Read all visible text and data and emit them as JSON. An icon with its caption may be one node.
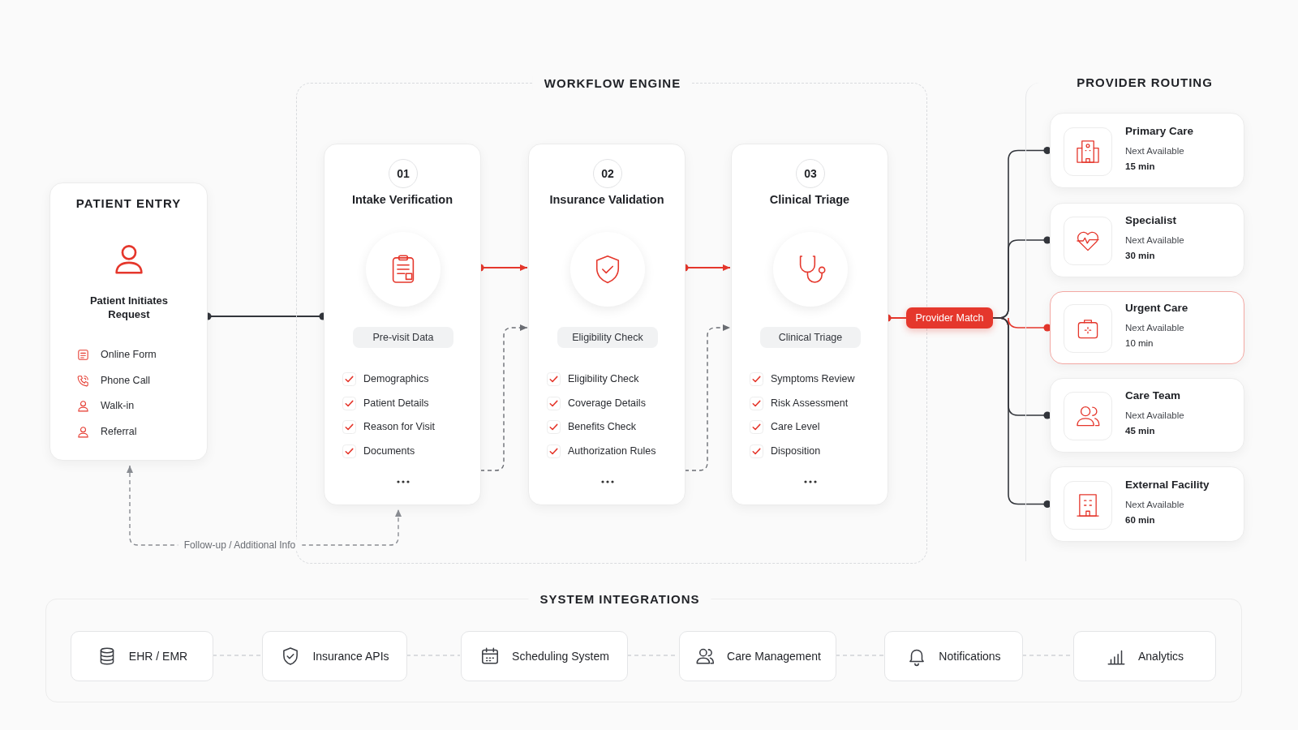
{
  "diagram": {
    "nodes": [
      {
        "text": [
          "WORKFLOW ENGINE"
        ]
      },
      {
        "text": [
          "PATIENT ENTRY",
          "Patient Initiates Request",
          "Online Form",
          "Phone Call",
          "Walk-in",
          "Referral"
        ]
      },
      {
        "text": [
          "01",
          "Intake Verification",
          "Pre-visit Data",
          "Demographics",
          "Patient Details",
          "Reason for Visit",
          "Documents"
        ],
        "in": 0
      },
      {
        "text": [
          "02",
          "Insurance Validation",
          "Eligibility Check",
          "Eligibility Check",
          "Coverage Details",
          "Benefits Check",
          "Authorization Rules"
        ],
        "in": 0
      },
      {
        "text": [
          "03",
          "Clinical Triage",
          "Clinical Triage",
          "Symptoms Review",
          "Risk Assessment",
          "Care Level",
          "Disposition"
        ],
        "in": 0
      },
      {
        "text": [
          "Provider Match"
        ]
      },
      {
        "text": [
          "PROVIDER ROUTING"
        ]
      },
      {
        "text": [
          "Primary Care",
          "Next Available",
          "15 min"
        ],
        "in": 6
      },
      {
        "text": [
          "Specialist",
          "Next Available",
          "30 min"
        ],
        "in": 6
      },
      {
        "text": [
          "Urgent Care",
          "Next Available",
          "10 min"
        ],
        "in": 6
      },
      {
        "text": [
          "Care Team",
          "Next Available",
          "45 min"
        ],
        "in": 6
      },
      {
        "text": [
          "External Facility",
          "Next Available",
          "60 min"
        ],
        "in": 6
      },
      {
        "text": [
          "SYSTEM INTEGRATIONS"
        ]
      },
      {
        "text": [
          "EHR / EMR"
        ],
        "in": 12
      },
      {
        "text": [
          "Insurance APIs"
        ],
        "in": 12
      },
      {
        "text": [
          "Scheduling System"
        ],
        "in": 12
      },
      {
        "text": [
          "Care Management"
        ],
        "in": 12
      },
      {
        "text": [
          "Notifications"
        ],
        "in": 12
      },
      {
        "text": [
          "Analytics"
        ],
        "in": 12
      }
    ],
    "edges": [
      {
        "from": 1,
        "to": 2,
        "arrow": "other"
      },
      {
        "from": 2,
        "to": 3,
        "arrow": "to",
        "color": "#e5372c"
      },
      {
        "from": 3,
        "to": 4,
        "arrow": "to",
        "color": "#e5372c"
      },
      {
        "from": 2,
        "to": 3,
        "arrow": "to",
        "style": "dashed",
        "color": "#6b6e74"
      },
      {
        "from": 3,
        "to": 4,
        "arrow": "to",
        "style": "dashed",
        "color": "#6b6e74"
      },
      {
        "from": 1,
        "to": 2,
        "arrow": "both",
        "style": "dashed",
        "color": "#8a8d93",
        "label": "Follow-up / Additional Info"
      },
      {
        "from": 4,
        "to": 5,
        "arrow": "other",
        "color": "#e5372c"
      },
      {
        "from": 5,
        "to": 7,
        "arrow": "other"
      },
      {
        "from": 5,
        "to": 8,
        "arrow": "other"
      },
      {
        "from": 5,
        "to": 9,
        "arrow": "other",
        "color": "#e5372c"
      },
      {
        "from": 5,
        "to": 10,
        "arrow": "other"
      },
      {
        "from": 5,
        "to": 11,
        "arrow": "other"
      },
      {
        "from": 13,
        "to": 14,
        "arrow": "none",
        "style": "dashed",
        "color": "#cfd2d6"
      },
      {
        "from": 14,
        "to": 15,
        "arrow": "none",
        "style": "dashed",
        "color": "#cfd2d6"
      },
      {
        "from": 15,
        "to": 16,
        "arrow": "none",
        "style": "dashed",
        "color": "#cfd2d6"
      },
      {
        "from": 16,
        "to": 17,
        "arrow": "none",
        "style": "dashed",
        "color": "#cfd2d6"
      },
      {
        "from": 17,
        "to": 18,
        "arrow": "none",
        "style": "dashed",
        "color": "#cfd2d6"
      }
    ]
  }
}
